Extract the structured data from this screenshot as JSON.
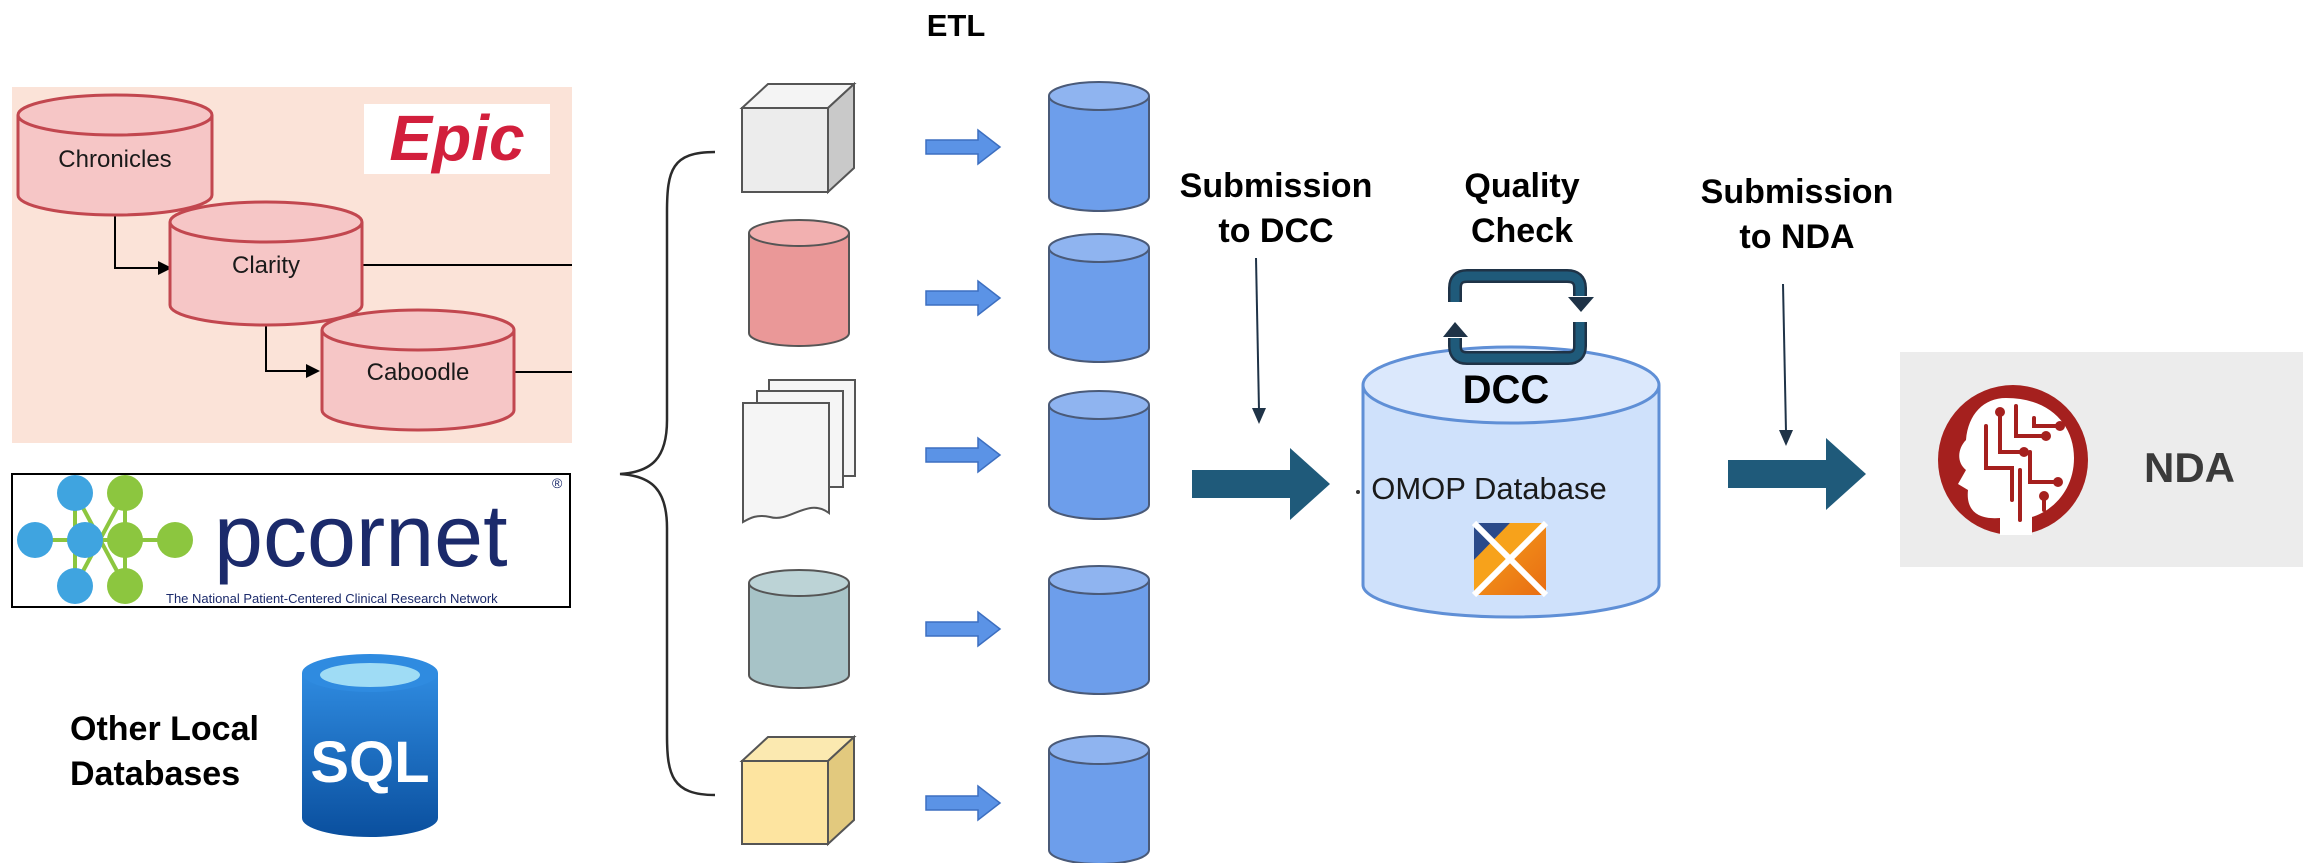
{
  "etl_title": "ETL",
  "sources": {
    "epic": {
      "logo": "Epic",
      "databases": [
        "Chronicles",
        "Clarity",
        "Caboodle"
      ]
    },
    "pcornet": {
      "logo_prefix": "pcor",
      "logo_suffix": "net",
      "registered_mark": "®",
      "tagline": "The National Patient-Centered Clinical Research Network"
    },
    "other": {
      "label_line1": "Other Local",
      "label_line2": "Databases",
      "sql_logo": "SQL"
    }
  },
  "steps": {
    "submission_dcc_line1": "Submission",
    "submission_dcc_line2": "to DCC",
    "quality_line1": "Quality",
    "quality_line2": "Check",
    "submission_nda_line1": "Submission",
    "submission_nda_line2": "to NDA"
  },
  "dcc": {
    "label": "DCC",
    "database_label": "OMOP Database"
  },
  "nda": {
    "label": "NDA"
  },
  "colors": {
    "arrow_dark": "#1f5a7a",
    "arrow_light": "#5b93e6",
    "cylinder_blue": "#6d9eeb",
    "epic_bg": "#fbe3d8",
    "epic_db": "#f6c6c6",
    "epic_red": "#d21f3c",
    "pcornet_navy": "#1b2a6b",
    "nda_red": "#a5201e"
  }
}
